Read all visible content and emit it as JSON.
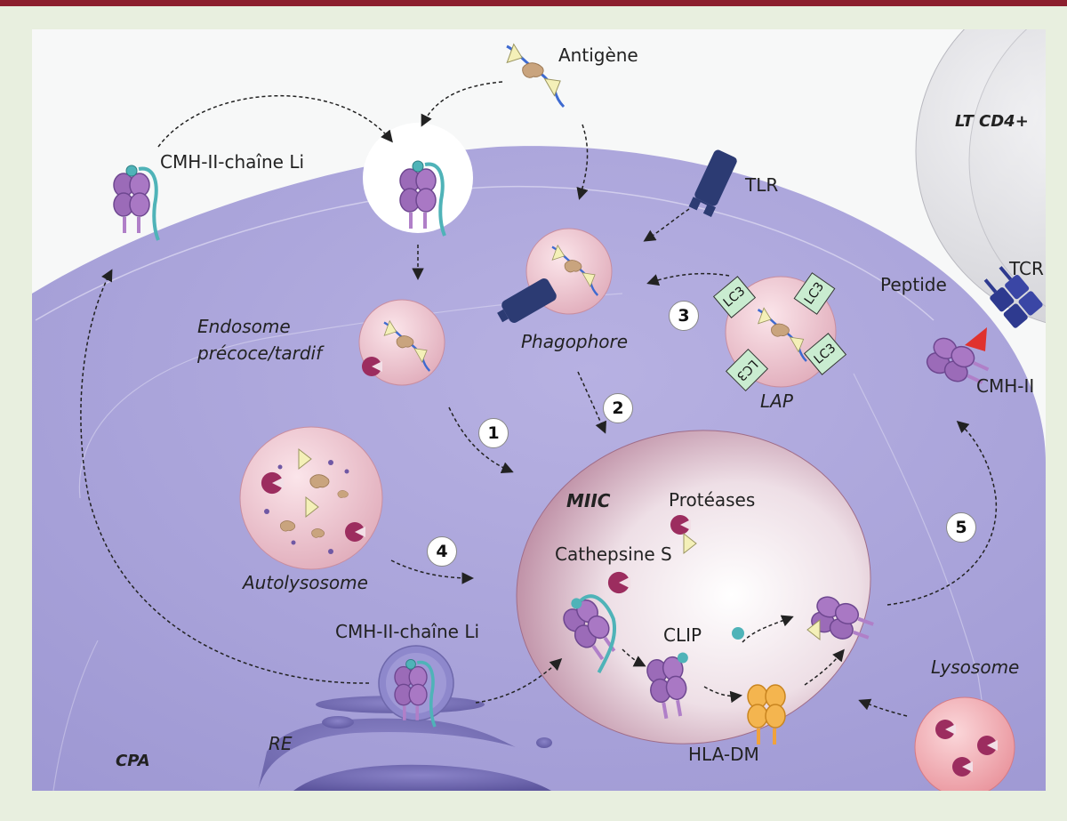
{
  "labels": {
    "antigene": "Antigène",
    "lt_cd4": "LT CD4+",
    "cmh_li_top": "CMH-II-chaîne Li",
    "tlr": "TLR",
    "tcr": "TCR",
    "peptide": "Peptide",
    "endosome": "Endosome\nprécoce/tardif",
    "phagophore": "Phagophore",
    "lap": "LAP",
    "cmh_ii": "CMH-II",
    "miic": "MIIC",
    "proteases": "Protéases",
    "cathepsine": "Cathepsine S",
    "autolysosome": "Autolysosome",
    "cmh_li_bottom": "CMH-II-chaîne Li",
    "clip": "CLIP",
    "hla_dm": "HLA-DM",
    "lysosome": "Lysosome",
    "re": "RE",
    "cpa": "CPA",
    "lc3": "LC3"
  },
  "steps": [
    "1",
    "2",
    "3",
    "4",
    "5"
  ],
  "colors": {
    "background": "#e8efdf",
    "top_bar": "#8c1f2e",
    "cell": "#aaa5d9",
    "mhc": "#9b6bb8",
    "li_chain": "#4fb3b8",
    "clip": "#4fb3b8",
    "hla_dm": "#f2b04a",
    "tlr": "#2c3b73",
    "tcr": "#2e3a8f",
    "antigen": "#f4f0b8",
    "peptide": "#e0322e",
    "lc3_tag": "#c9ecd0",
    "vesicle": "#eec9d2",
    "lysosome": "#f4a9b0",
    "miic": "#c2a0b4"
  },
  "icons": [
    "mhc-ii-li-complex-icon",
    "tlr-receptor-icon",
    "tcr-receptor-icon",
    "cathepsin-pacman-icon",
    "antigen-fragment-icon",
    "hla-dm-icon",
    "clip-peptide-icon"
  ]
}
